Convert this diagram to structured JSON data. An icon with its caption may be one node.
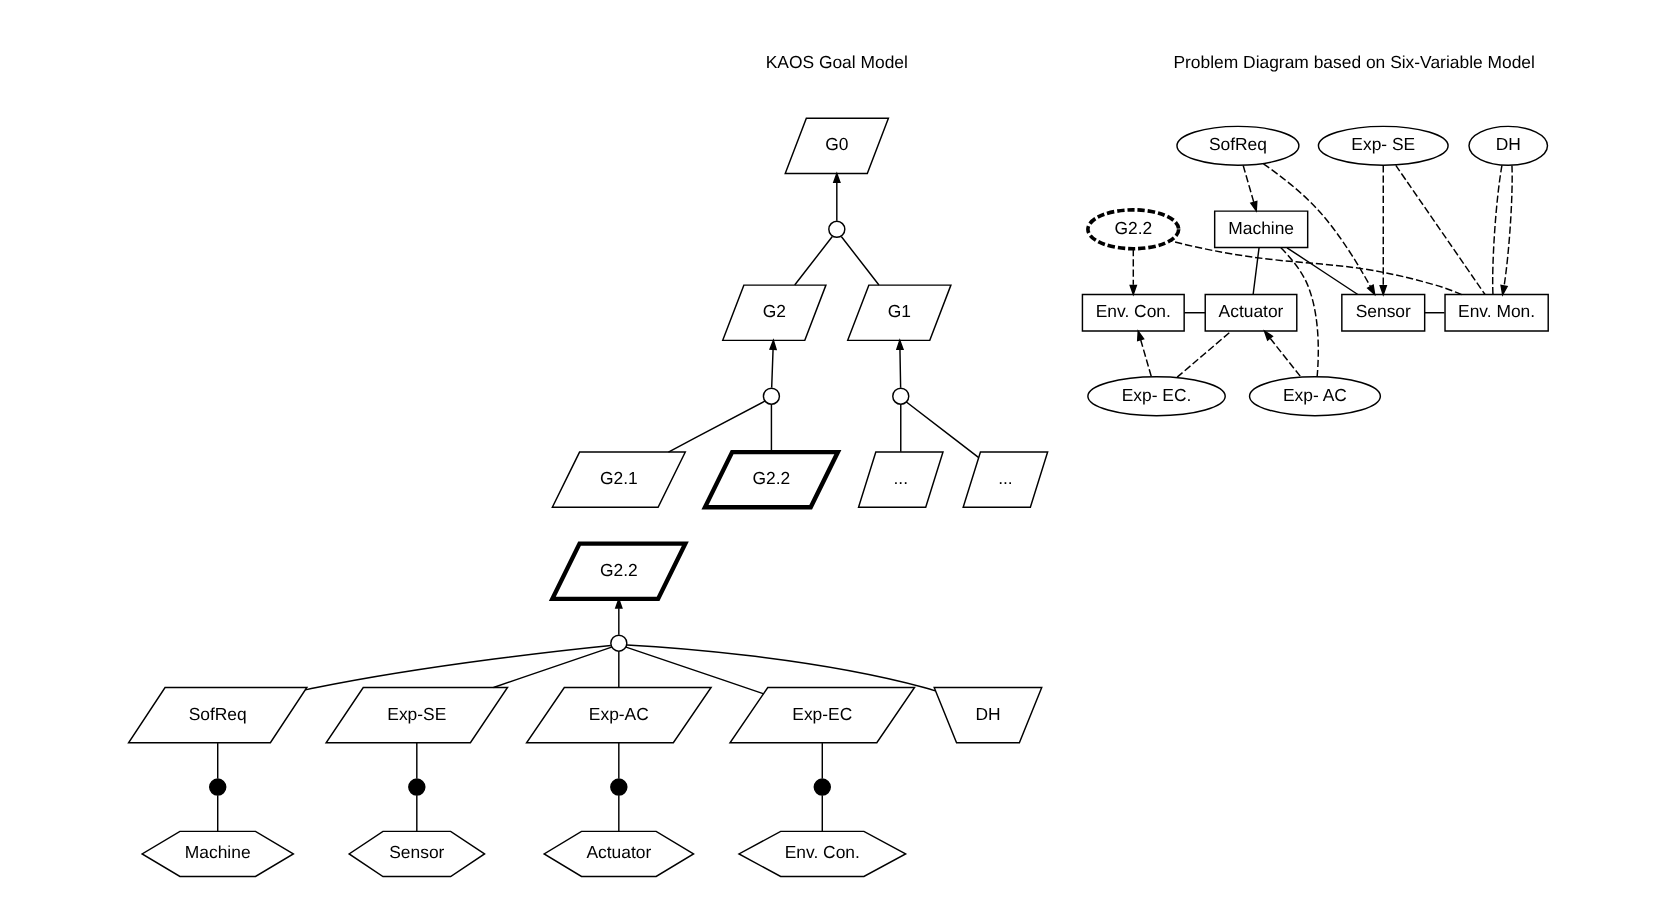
{
  "diagram": {
    "nodes": [
      {
        "text": [
          "G0"
        ]
      },
      {
        "text": [
          "G1"
        ]
      },
      {
        "text": [
          "G2"
        ]
      },
      {
        "text": [
          "..."
        ]
      },
      {
        "text": [
          "..."
        ]
      },
      {
        "text": [
          "G2.1"
        ]
      },
      {
        "text": [
          "G2.2"
        ]
      },
      {
        "text": [],
        "shape": "circle"
      },
      {
        "text": [],
        "shape": "circle"
      },
      {
        "text": [],
        "shape": "circle"
      },
      {
        "text": [
          "G2.2"
        ]
      },
      {
        "text": [],
        "shape": "circle"
      },
      {
        "text": [
          "SofReq"
        ]
      },
      {
        "text": [
          "Exp-SE"
        ]
      },
      {
        "text": [
          "Exp-AC"
        ]
      },
      {
        "text": [
          "Exp-EC"
        ]
      },
      {
        "text": [
          "DH"
        ]
      },
      {
        "text": [],
        "shape": "circle"
      },
      {
        "text": [],
        "shape": "circle"
      },
      {
        "text": [],
        "shape": "circle"
      },
      {
        "text": [],
        "shape": "circle"
      },
      {
        "text": [
          "Machine"
        ]
      },
      {
        "text": [
          "Sensor"
        ]
      },
      {
        "text": [
          "Actuator"
        ]
      },
      {
        "text": [
          "Env. Con."
        ]
      },
      {
        "text": [
          "Exp- SE"
        ]
      },
      {
        "text": [
          "DH"
        ]
      },
      {
        "text": [
          "SofReq"
        ]
      },
      {
        "text": [
          "Sensor"
        ]
      },
      {
        "text": [
          "Env. Mon."
        ]
      },
      {
        "text": [
          "Machine"
        ]
      },
      {
        "text": [
          "G2.2"
        ]
      },
      {
        "text": [
          "Actuator"
        ]
      },
      {
        "text": [
          "Env. Con."
        ]
      },
      {
        "text": [
          "Exp- AC"
        ]
      },
      {
        "text": [
          "Exp- EC."
        ]
      }
    ],
    "edges": [
      {
        "from": 7,
        "to": 0,
        "arrow": "to"
      },
      {
        "from": 1,
        "to": 7,
        "arrow": "none"
      },
      {
        "from": 2,
        "to": 7,
        "arrow": "none"
      },
      {
        "from": 8,
        "to": 1,
        "arrow": "to"
      },
      {
        "from": 3,
        "to": 8,
        "arrow": "none"
      },
      {
        "from": 4,
        "to": 8,
        "arrow": "none"
      },
      {
        "from": 9,
        "to": 2,
        "arrow": "to"
      },
      {
        "from": 5,
        "to": 9,
        "arrow": "none"
      },
      {
        "from": 6,
        "to": 9,
        "arrow": "none"
      },
      {
        "from": 11,
        "to": 10,
        "arrow": "to"
      },
      {
        "from": 12,
        "to": 11,
        "arrow": "none"
      },
      {
        "from": 13,
        "to": 11,
        "arrow": "none"
      },
      {
        "from": 14,
        "to": 11,
        "arrow": "none"
      },
      {
        "from": 15,
        "to": 11,
        "arrow": "none"
      },
      {
        "from": 16,
        "to": 11,
        "arrow": "none"
      },
      {
        "from": 12,
        "to": 17,
        "arrow": "none"
      },
      {
        "from": 17,
        "to": 21,
        "arrow": "none"
      },
      {
        "from": 13,
        "to": 18,
        "arrow": "none"
      },
      {
        "from": 18,
        "to": 22,
        "arrow": "none"
      },
      {
        "from": 14,
        "to": 19,
        "arrow": "none"
      },
      {
        "from": 19,
        "to": 23,
        "arrow": "none"
      },
      {
        "from": 15,
        "to": 20,
        "arrow": "none"
      },
      {
        "from": 20,
        "to": 24,
        "arrow": "none"
      },
      {
        "from": 27,
        "to": 30,
        "arrow": "to",
        "style": "dashed"
      },
      {
        "from": 27,
        "to": 28,
        "arrow": "to",
        "style": "dashed"
      },
      {
        "from": 25,
        "to": 28,
        "arrow": "to",
        "style": "dashed"
      },
      {
        "from": 25,
        "to": 29,
        "arrow": "none",
        "style": "dashed"
      },
      {
        "from": 26,
        "to": 29,
        "arrow": "none",
        "style": "dashed"
      },
      {
        "from": 26,
        "to": 29,
        "arrow": "to",
        "style": "dashed"
      },
      {
        "from": 30,
        "to": 28,
        "arrow": "none"
      },
      {
        "from": 28,
        "to": 29,
        "arrow": "none"
      },
      {
        "from": 29,
        "to": 31,
        "arrow": "none",
        "style": "dashed"
      },
      {
        "from": 31,
        "to": 33,
        "arrow": "to",
        "style": "dashed"
      },
      {
        "from": 30,
        "to": 32,
        "arrow": "none"
      },
      {
        "from": 32,
        "to": 33,
        "arrow": "none"
      },
      {
        "from": 30,
        "to": 34,
        "arrow": "none",
        "style": "dashed"
      },
      {
        "from": 34,
        "to": 32,
        "arrow": "to",
        "style": "dashed"
      },
      {
        "from": 35,
        "to": 32,
        "arrow": "none",
        "style": "dashed"
      },
      {
        "from": 35,
        "to": 33,
        "arrow": "to",
        "style": "dashed"
      }
    ],
    "labels": [
      "KAOS Goal Model",
      "Problem Diagram based on Six-Variable Model"
    ]
  }
}
